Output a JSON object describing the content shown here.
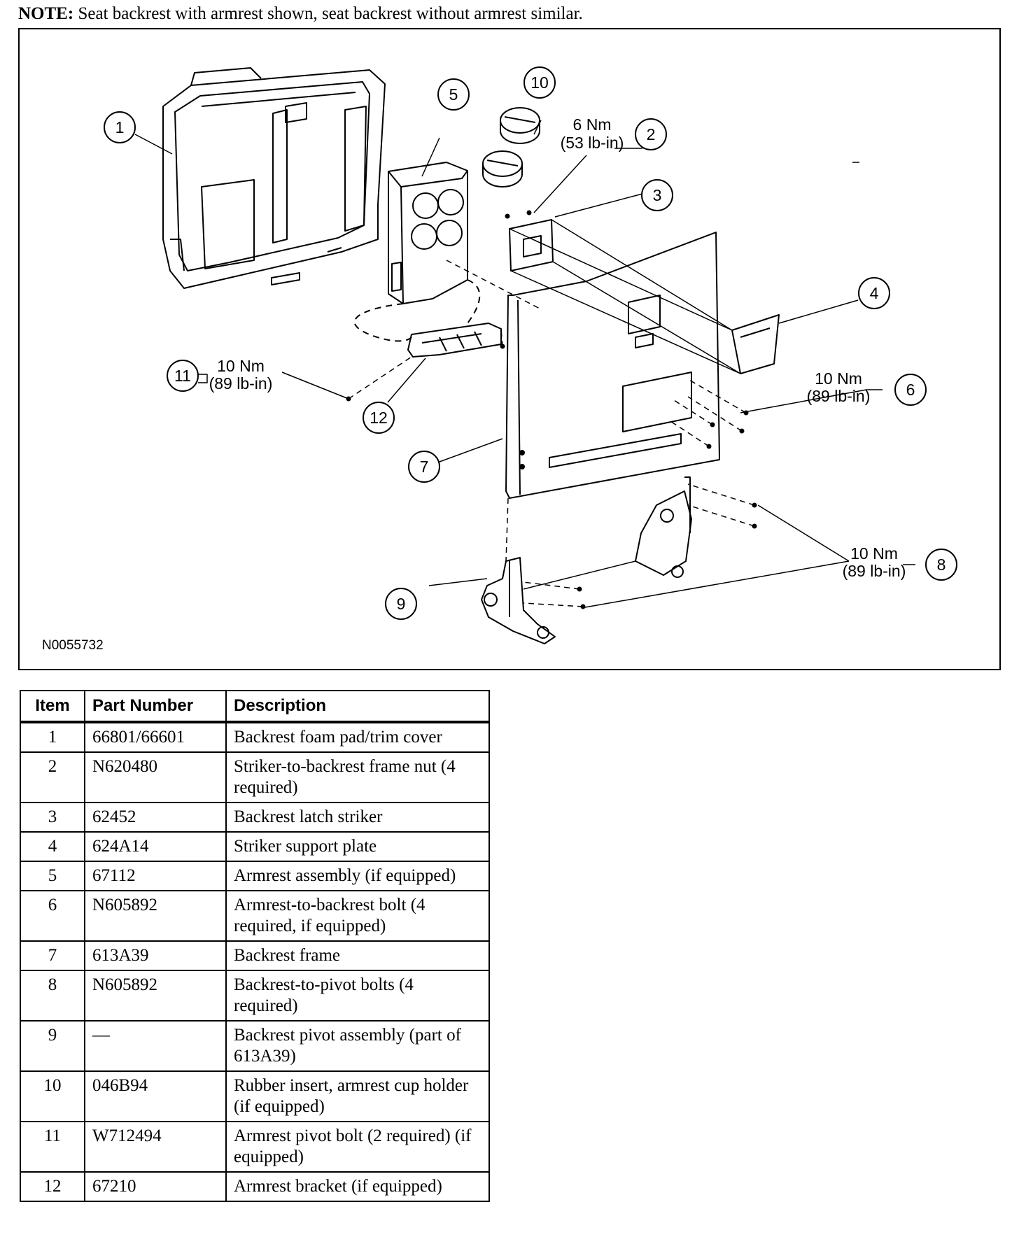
{
  "note": {
    "label": "NOTE:",
    "text": " Seat backrest with armrest shown, seat backrest without armrest similar."
  },
  "figure": {
    "id": "N0055732",
    "callouts": [
      {
        "num": "1",
        "torque": ""
      },
      {
        "num": "2",
        "torque": "6 Nm",
        "torque2": "(53 lb-in)"
      },
      {
        "num": "3",
        "torque": ""
      },
      {
        "num": "4",
        "torque": ""
      },
      {
        "num": "5",
        "torque": ""
      },
      {
        "num": "6",
        "torque": "10 Nm",
        "torque2": "(89 lb-in)"
      },
      {
        "num": "7",
        "torque": ""
      },
      {
        "num": "8",
        "torque": "10 Nm",
        "torque2": "(89 lb-in)"
      },
      {
        "num": "9",
        "torque": ""
      },
      {
        "num": "10",
        "torque": ""
      },
      {
        "num": "11",
        "torque": "10 Nm",
        "torque2": "(89 lb-in)"
      },
      {
        "num": "12",
        "torque": ""
      }
    ]
  },
  "table": {
    "headers": [
      "Item",
      "Part Number",
      "Description"
    ],
    "rows": [
      {
        "item": "1",
        "part": "66801/66601",
        "desc": "Backrest foam pad/trim cover"
      },
      {
        "item": "2",
        "part": "N620480",
        "desc": "Striker-to-backrest frame nut (4 required)"
      },
      {
        "item": "3",
        "part": "62452",
        "desc": "Backrest latch striker"
      },
      {
        "item": "4",
        "part": "624A14",
        "desc": "Striker support plate"
      },
      {
        "item": "5",
        "part": "67112",
        "desc": "Armrest assembly (if equipped)"
      },
      {
        "item": "6",
        "part": "N605892",
        "desc": "Armrest-to-backrest bolt (4 required, if equipped)"
      },
      {
        "item": "7",
        "part": "613A39",
        "desc": "Backrest frame"
      },
      {
        "item": "8",
        "part": "N605892",
        "desc": "Backrest-to-pivot bolts (4 required)"
      },
      {
        "item": "9",
        "part": "—",
        "desc": "Backrest pivot assembly (part of 613A39)"
      },
      {
        "item": "10",
        "part": "046B94",
        "desc": "Rubber insert, armrest cup holder (if equipped)"
      },
      {
        "item": "11",
        "part": "W712494",
        "desc": "Armrest pivot bolt (2 required) (if equipped)"
      },
      {
        "item": "12",
        "part": "67210",
        "desc": "Armrest bracket (if equipped)"
      }
    ]
  }
}
